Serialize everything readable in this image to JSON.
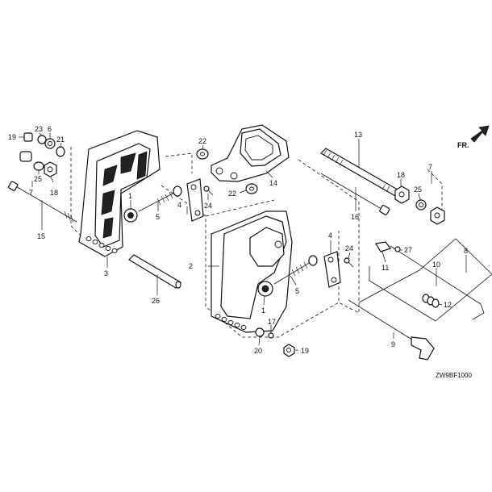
{
  "diagram": {
    "drawing_code": "ZW9BF1000",
    "direction_label": "FR.",
    "callouts": [
      {
        "id": "c1a",
        "text": "1"
      },
      {
        "id": "c1b",
        "text": "1"
      },
      {
        "id": "c2",
        "text": "2"
      },
      {
        "id": "c3",
        "text": "3"
      },
      {
        "id": "c4a",
        "text": "4"
      },
      {
        "id": "c4b",
        "text": "4"
      },
      {
        "id": "c5a",
        "text": "5"
      },
      {
        "id": "c5b",
        "text": "5"
      },
      {
        "id": "c6",
        "text": "6"
      },
      {
        "id": "c7a",
        "text": "7"
      },
      {
        "id": "c7b",
        "text": "7"
      },
      {
        "id": "c8",
        "text": "8"
      },
      {
        "id": "c9",
        "text": "9"
      },
      {
        "id": "c10",
        "text": "10"
      },
      {
        "id": "c11",
        "text": "11"
      },
      {
        "id": "c12",
        "text": "12"
      },
      {
        "id": "c13",
        "text": "13"
      },
      {
        "id": "c14",
        "text": "14"
      },
      {
        "id": "c15",
        "text": "15"
      },
      {
        "id": "c16",
        "text": "16"
      },
      {
        "id": "c17",
        "text": "17"
      },
      {
        "id": "c18a",
        "text": "18"
      },
      {
        "id": "c18b",
        "text": "18"
      },
      {
        "id": "c19a",
        "text": "19"
      },
      {
        "id": "c19b",
        "text": "19"
      },
      {
        "id": "c20",
        "text": "20"
      },
      {
        "id": "c21",
        "text": "21"
      },
      {
        "id": "c22a",
        "text": "22"
      },
      {
        "id": "c22b",
        "text": "22"
      },
      {
        "id": "c23",
        "text": "23"
      },
      {
        "id": "c24a",
        "text": "24"
      },
      {
        "id": "c24b",
        "text": "24"
      },
      {
        "id": "c25a",
        "text": "25"
      },
      {
        "id": "c25b",
        "text": "25"
      },
      {
        "id": "c26",
        "text": "26"
      },
      {
        "id": "c27",
        "text": "27"
      }
    ]
  }
}
